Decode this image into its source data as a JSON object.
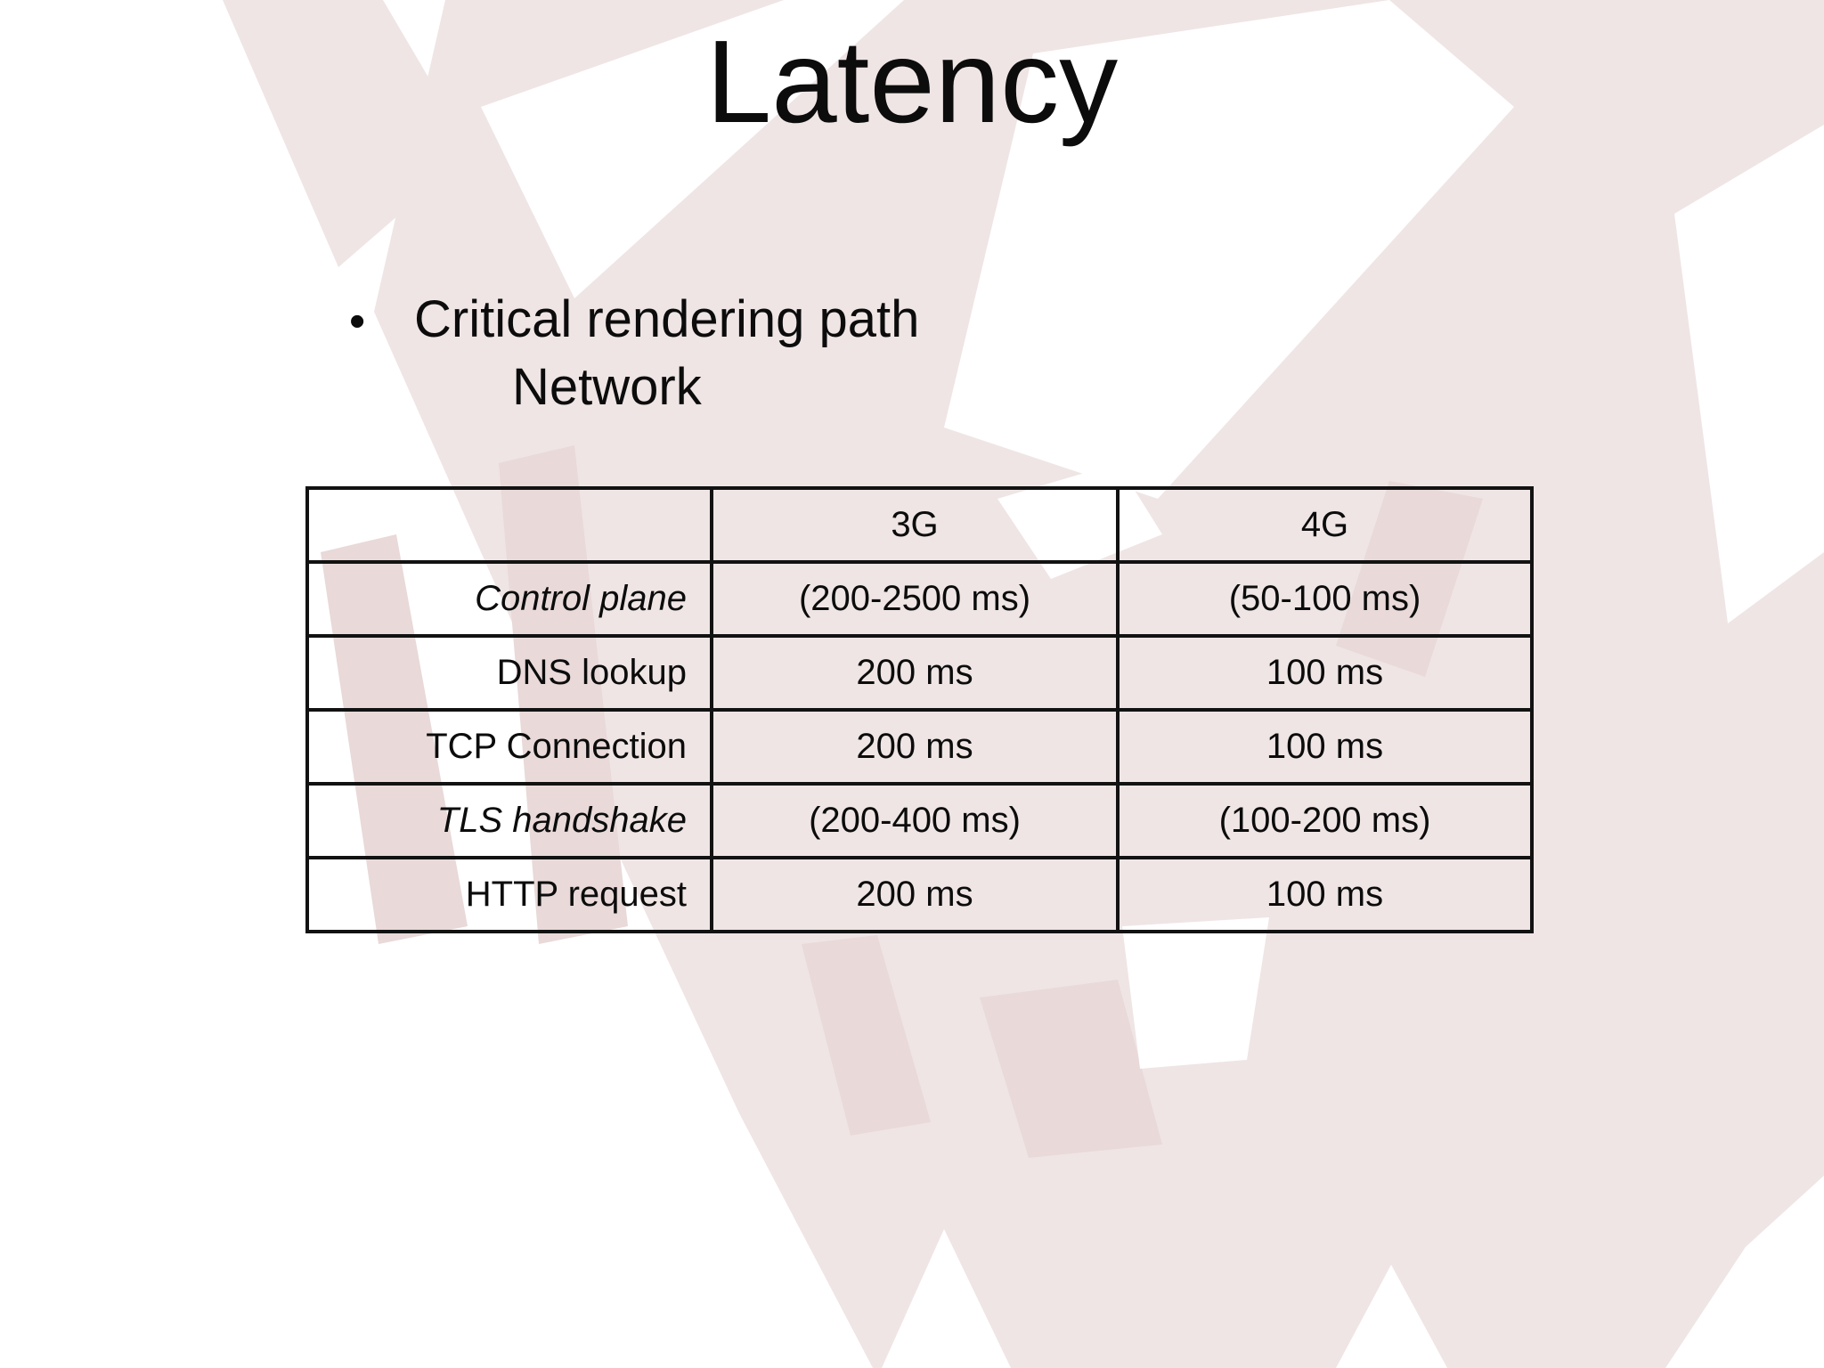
{
  "slide": {
    "title": "Latency",
    "bullet": {
      "marker": "•",
      "line1": "Critical rendering path",
      "line2": "Network"
    }
  },
  "table": {
    "columns": [
      "",
      "3G",
      "4G"
    ],
    "rows": [
      {
        "label": "Control plane",
        "italic": true,
        "g3": "(200-2500 ms)",
        "g4": "(50-100 ms)"
      },
      {
        "label": "DNS lookup",
        "italic": false,
        "g3": "200 ms",
        "g4": "100 ms"
      },
      {
        "label": "TCP Connection",
        "italic": false,
        "g3": "200 ms",
        "g4": "100 ms"
      },
      {
        "label": "TLS handshake",
        "italic": true,
        "g3": "(200-400 ms)",
        "g4": "(100-200 ms)"
      },
      {
        "label": "HTTP request",
        "italic": false,
        "g3": "200 ms",
        "g4": "100 ms"
      }
    ]
  },
  "colors": {
    "background": "#ffffff",
    "text": "#0c0c0c",
    "table_border": "#121212",
    "watermark_light": "#efe5e5",
    "watermark_mid": "#e9d9d9"
  }
}
